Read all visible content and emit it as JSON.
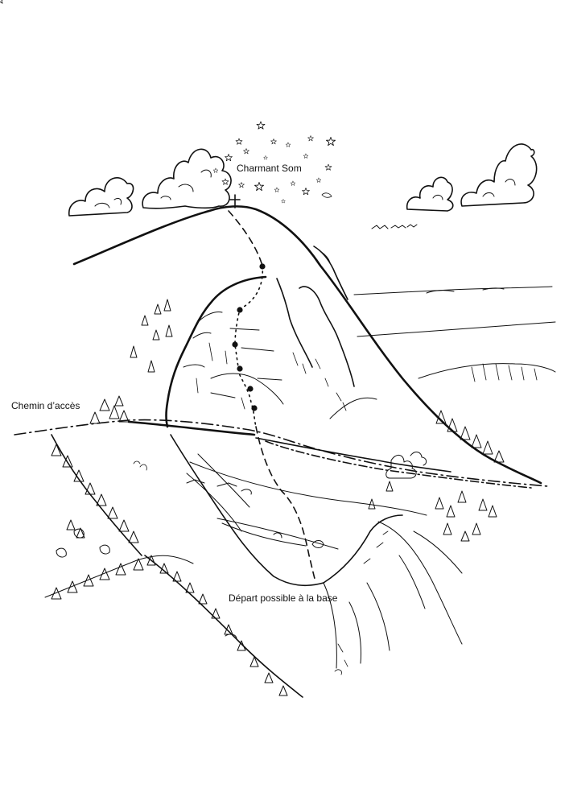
{
  "labels": {
    "summit": "Charmant Som",
    "access_path": "Chemin d’accès",
    "base_start": "Départ possible à la base"
  },
  "colors": {
    "ink": "#111111",
    "paper": "#ffffff"
  },
  "legend_styles": {
    "access_path": "dash-dot",
    "approach": "dashed",
    "route": "dotted"
  }
}
